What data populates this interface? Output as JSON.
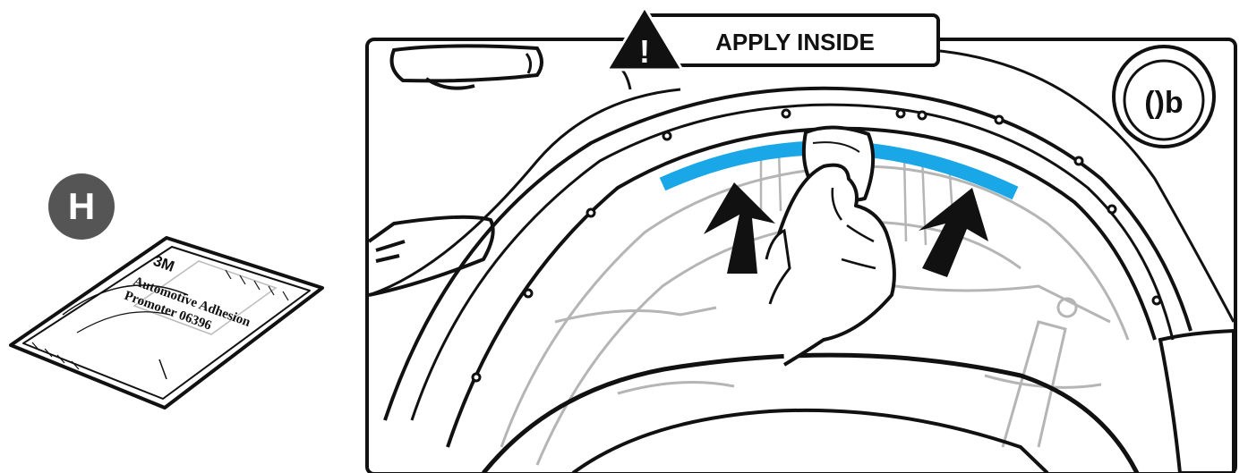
{
  "step": {
    "badge_letter": "H"
  },
  "packet": {
    "brand": "3M",
    "line1": "Automotive Adhesion",
    "line2": "Promoter 06396"
  },
  "callout": {
    "warning_symbol": "!",
    "text": "APPLY INSIDE"
  },
  "colors": {
    "accent_blue": "#1aa7e8",
    "badge_gray": "#555555",
    "line_black": "#111111",
    "line_gray": "#b5b5b5"
  }
}
